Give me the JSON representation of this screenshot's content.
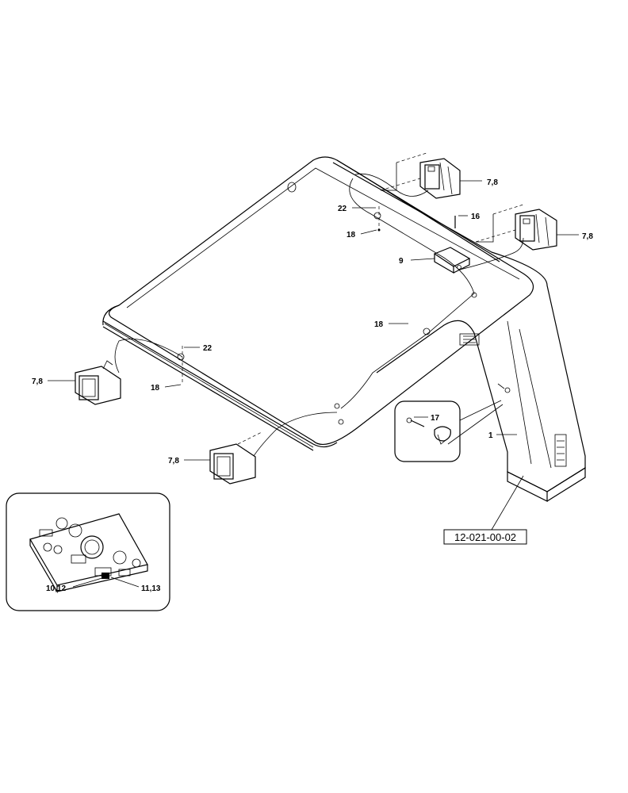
{
  "callouts": {
    "lamp_top_left": "7,8",
    "lamp_top_right": "7,8",
    "lamp_front_left": "7,8",
    "lamp_front_center": "7,8",
    "clip_top": "22",
    "bolt_top": "18",
    "bolt_right_top": "16",
    "junction_box": "9",
    "bolt_mid_right": "18",
    "clip_front": "22",
    "bolt_front": "18",
    "screw_detail": "17",
    "frame": "1",
    "panel_left": "10,12",
    "panel_right": "11,13"
  },
  "reference": "12-021-00-02"
}
